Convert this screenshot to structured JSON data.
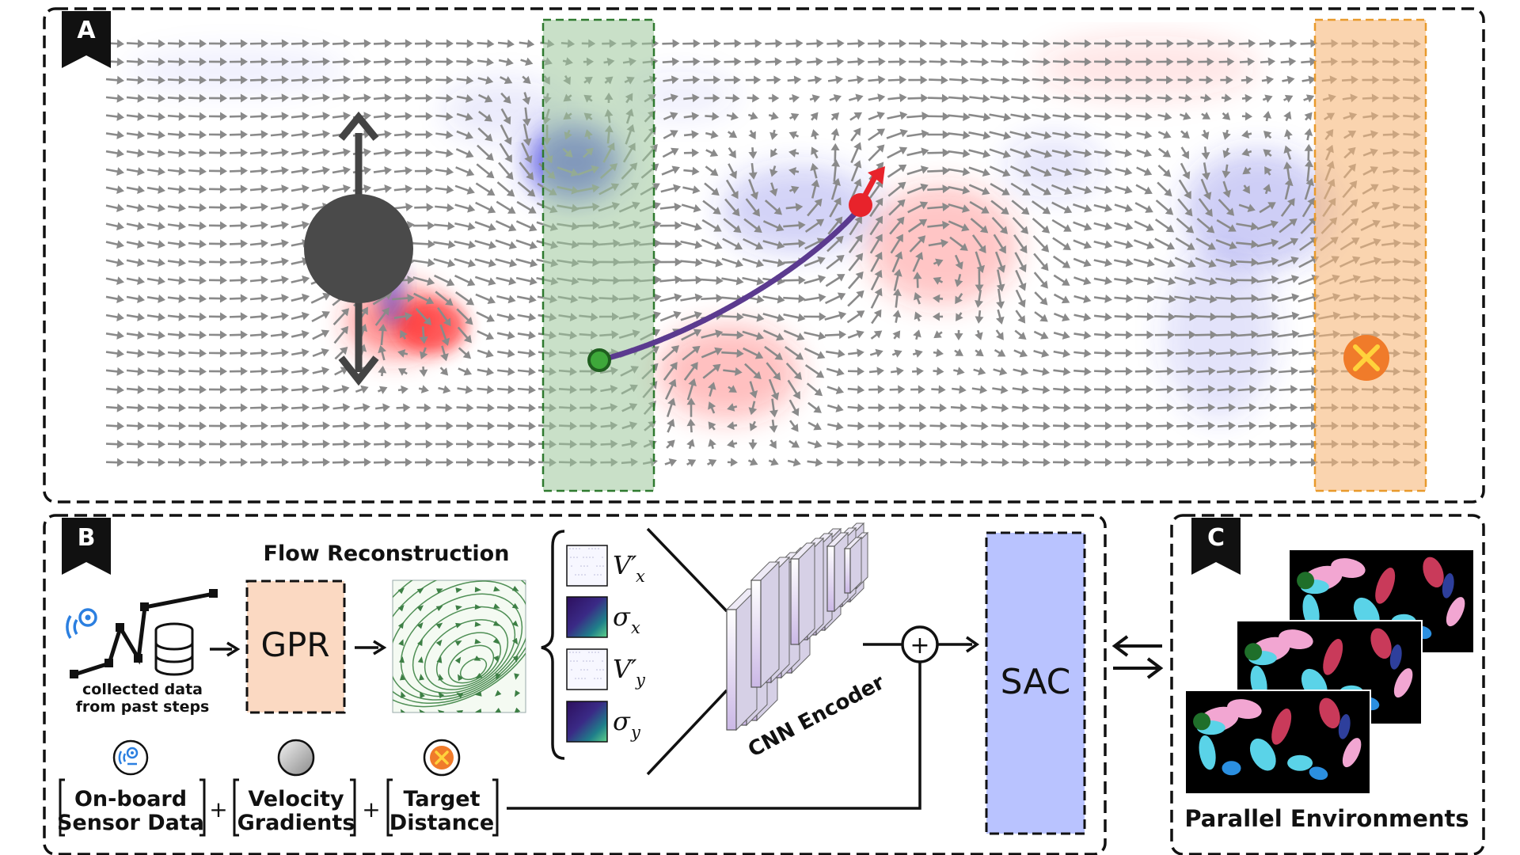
{
  "panels": {
    "a": {
      "letter": "A"
    },
    "b": {
      "letter": "B",
      "title": "Flow Reconstruction",
      "gpr_label": "GPR",
      "collected_line1": "collected data",
      "collected_line2": "from past steps",
      "features": [
        {
          "var": "V",
          "sub": "x",
          "prime": "′"
        },
        {
          "var": "σ",
          "sub": "x",
          "prime": ""
        },
        {
          "var": "V",
          "sub": "y",
          "prime": "′"
        },
        {
          "var": "σ",
          "sub": "y",
          "prime": ""
        }
      ],
      "encoder_label": "CNN Encoder",
      "plus_symbol": "+",
      "sac_label": "SAC",
      "inputs": [
        {
          "line1": "On-board",
          "line2": "Sensor Data",
          "icon": "sensor-icon"
        },
        {
          "line1": "Velocity",
          "line2": "Gradients",
          "icon": "gray-sphere-icon"
        },
        {
          "line1": "Target",
          "line2": "Distance",
          "icon": "target-x-icon"
        }
      ],
      "plus_signs": [
        "+",
        "+"
      ]
    },
    "c": {
      "letter": "C",
      "title": "Parallel Environments"
    }
  },
  "colors": {
    "vortex_red": "#ff2b2b",
    "vortex_blue": "#3b3bdc",
    "arrow_gray": "#8a8a8a",
    "start_zone": "#9cc79a",
    "target_zone": "#f7b77a",
    "trajectory": "#5b3a8f",
    "agent_red": "#e8232b",
    "start_green": "#3ea83a",
    "gpr_fill": "#fbd9c2",
    "sac_fill": "#b9c3ff",
    "target_orange": "#f07b2a",
    "target_x_yellow": "#ffd23c",
    "env_background": "#000000",
    "env_pink": "#f2a6d2",
    "env_cyan": "#5ad3e8",
    "env_red": "#c93a5a",
    "env_blue": "#2b8fe0",
    "env_navy": "#2e3f9c"
  },
  "icons": [
    "obstacle-cylinder-icon",
    "up-down-arrow-icon",
    "database-icon",
    "sensor-icon",
    "gray-sphere-icon",
    "target-x-icon",
    "swap-arrows-icon"
  ]
}
